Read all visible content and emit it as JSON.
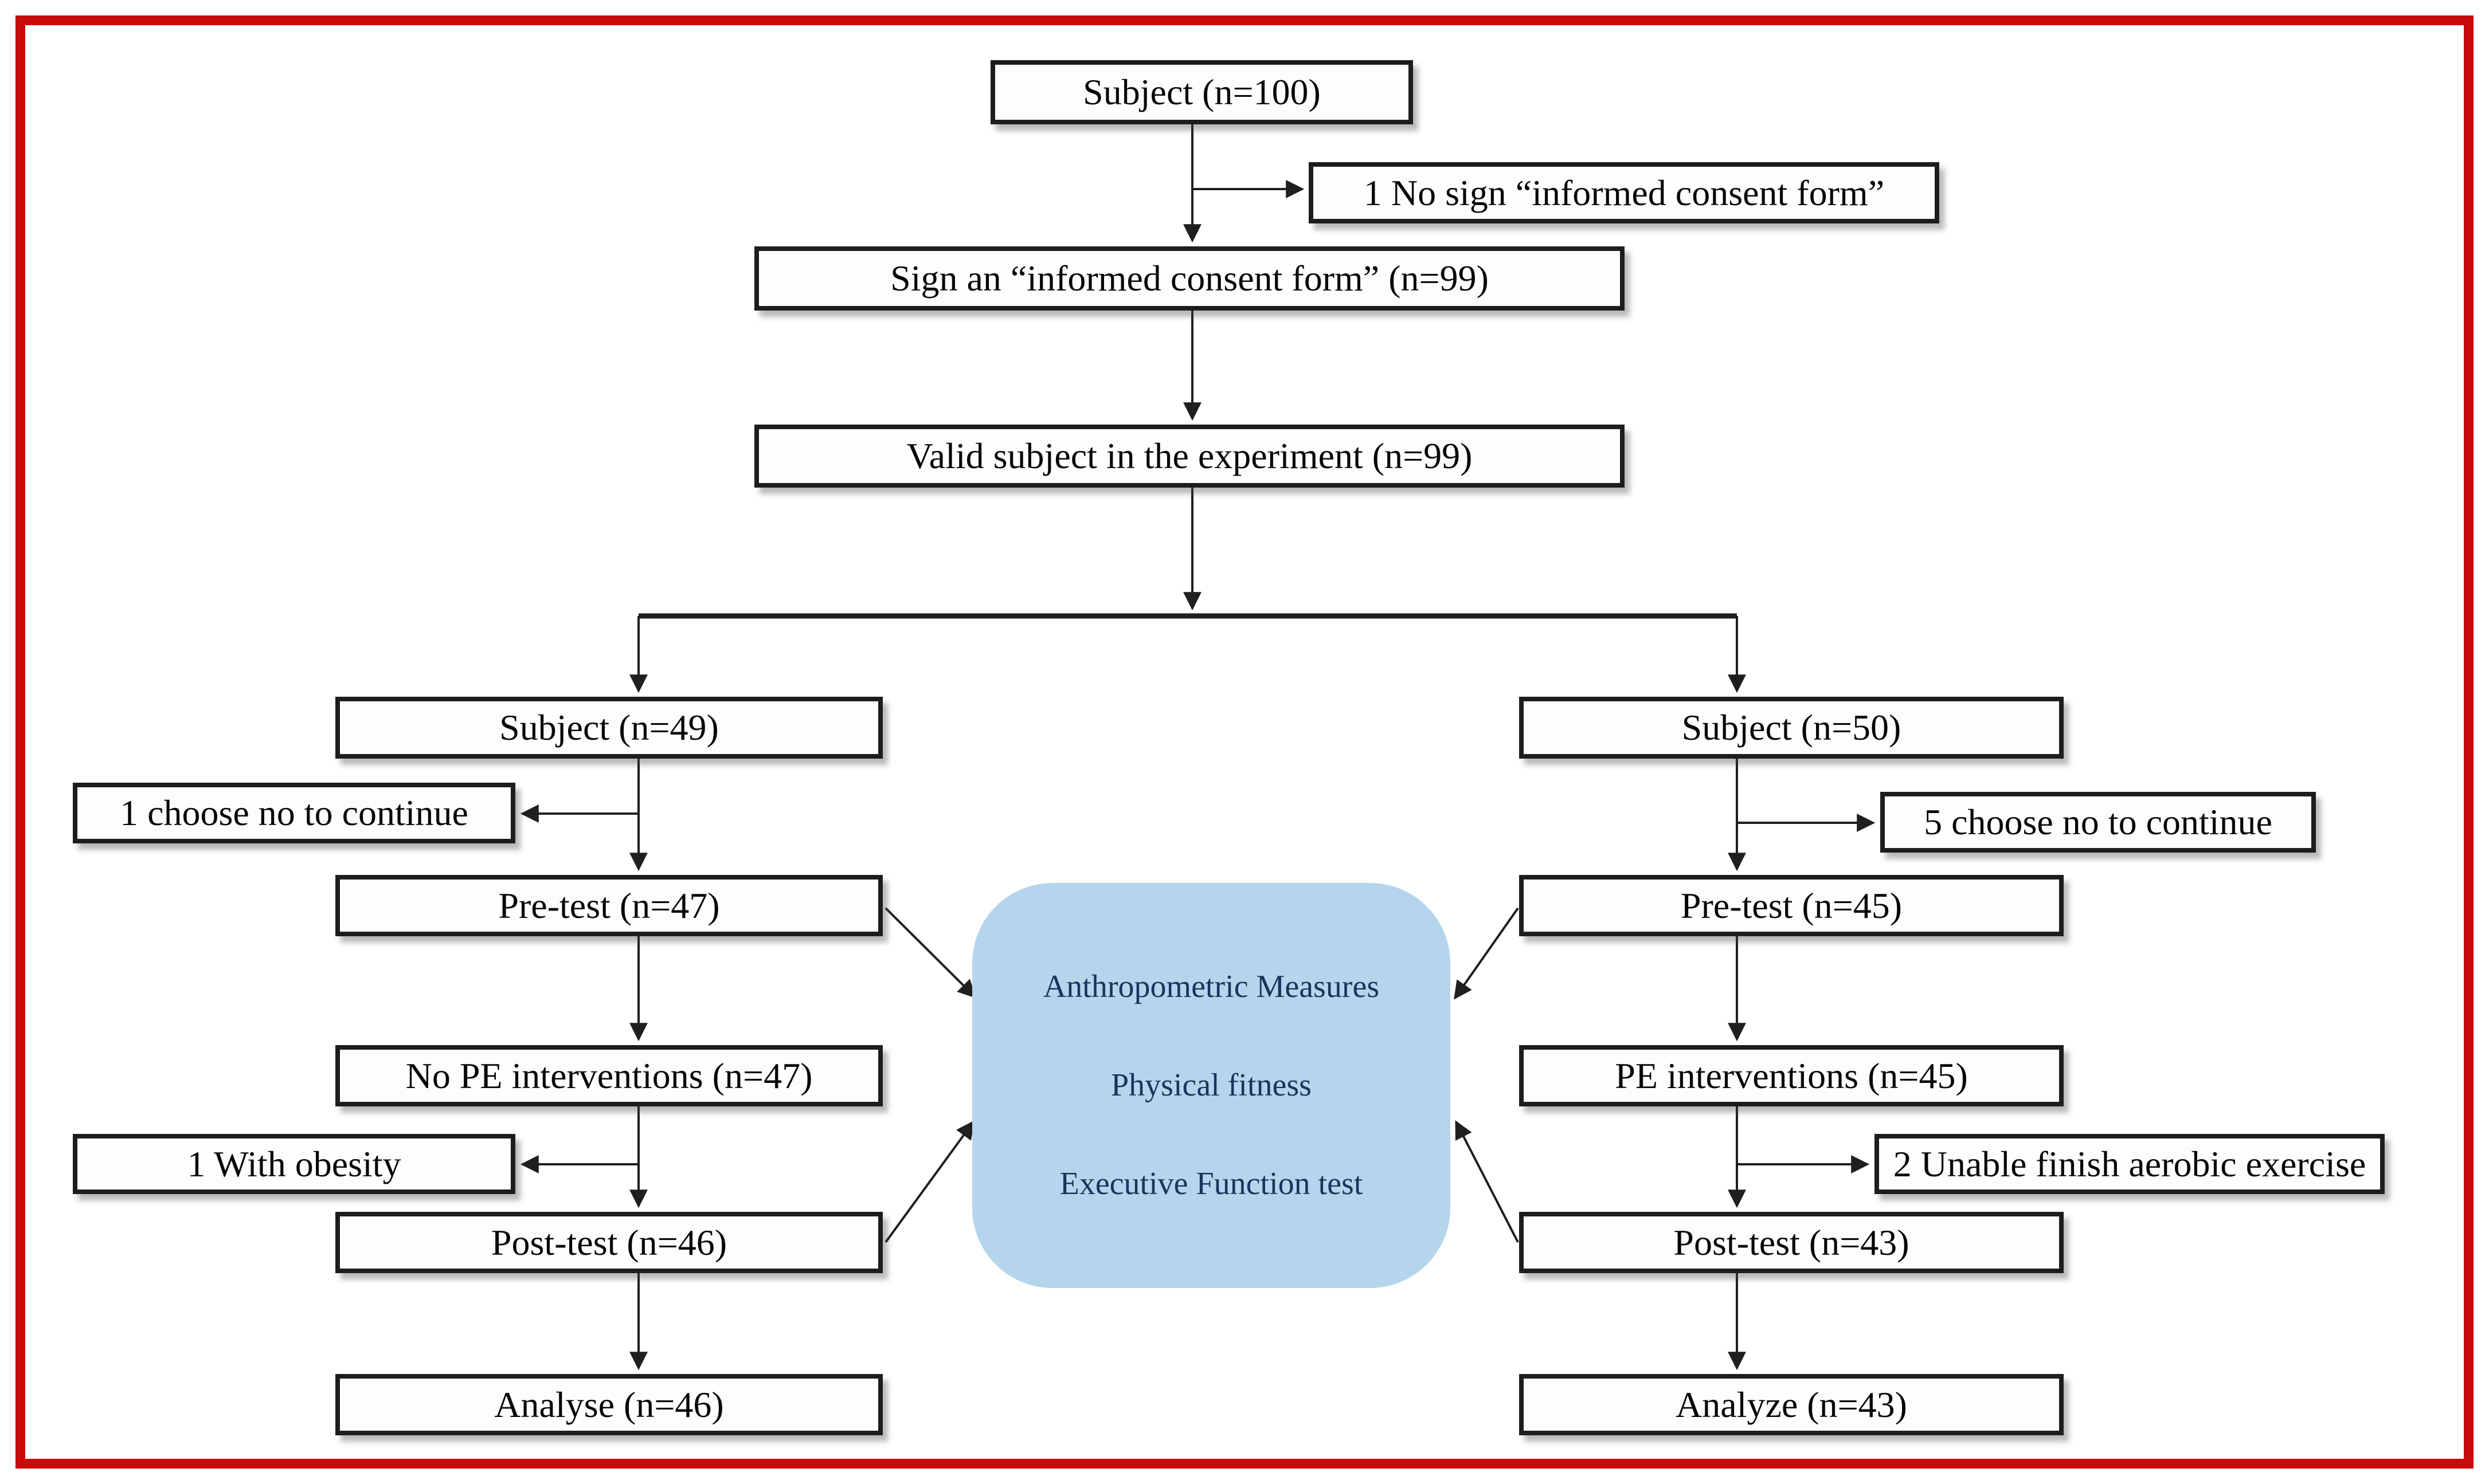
{
  "figure": {
    "type": "flow-diagram",
    "description_visible": false
  },
  "colors": {
    "frame_red": "#c90b0d",
    "box_border": "#1d1d1d",
    "box_fill": "#fdfdfd",
    "measures_fill": "#b5d5ed",
    "measures_text": "#16365c",
    "arrow": "#1f1f1f"
  },
  "nodes": {
    "subject_total": "Subject (n=100)",
    "no_sign": "1 No sign “informed consent form”",
    "sign_form": "Sign an “informed consent form” (n=99)",
    "valid_subject": "Valid subject in the experiment (n=99)",
    "left": {
      "subject": "Subject (n=49)",
      "dropout1": "1 choose no to continue",
      "pretest": "Pre-test  (n=47)",
      "intervention": "No PE interventions (n=47)",
      "dropout2": "1 With obesity",
      "posttest": "Post-test  (n=46)",
      "analyse": "Analyse (n=46)"
    },
    "right": {
      "subject": "Subject (n=50)",
      "dropout1": "5 choose no to continue",
      "pretest": "Pre-test  (n=45)",
      "intervention": "PE interventions (n=45)",
      "dropout2": "2 Unable finish aerobic exercise",
      "posttest": "Post-test  (n=43)",
      "analyse": "Analyze (n=43)"
    },
    "measures": {
      "line1": "Anthropometric Measures",
      "line2": "Physical fitness",
      "line3": "Executive Function test"
    }
  }
}
